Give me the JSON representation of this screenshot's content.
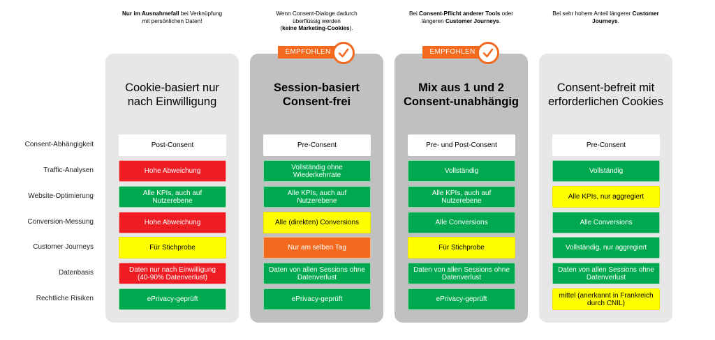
{
  "notes": [
    {
      "parts": [
        {
          "t": "Nur im Ausnahmefall",
          "b": true
        },
        {
          "t": " bei Verknüpfung",
          "b": false
        },
        {
          "br": true
        },
        {
          "t": "mit persönlichen Daten!",
          "b": false
        }
      ]
    },
    {
      "parts": [
        {
          "t": "Wenn Consent-Dialoge dadurch",
          "b": false
        },
        {
          "br": true
        },
        {
          "t": "überflüssig werden",
          "b": false
        },
        {
          "br": true
        },
        {
          "t": "(",
          "b": false
        },
        {
          "t": "keine Marketing-Cookies",
          "b": true
        },
        {
          "t": ").",
          "b": false
        }
      ]
    },
    {
      "parts": [
        {
          "t": "Bei ",
          "b": false
        },
        {
          "t": "Consent-Pflicht",
          "b": true
        },
        {
          "t": " ",
          "b": false
        },
        {
          "t": "anderer Tools",
          "b": true
        },
        {
          "t": " oder",
          "b": false
        },
        {
          "br": true
        },
        {
          "t": "längeren ",
          "b": false
        },
        {
          "t": "Customer Journeys",
          "b": true
        },
        {
          "t": ".",
          "b": false
        }
      ]
    },
    {
      "parts": [
        {
          "t": "Bei sehr hohem Anteil längerer ",
          "b": false
        },
        {
          "t": "Customer",
          "b": true
        },
        {
          "br": true
        },
        {
          "t": "Journeys",
          "b": true
        },
        {
          "t": ".",
          "b": false
        }
      ]
    }
  ],
  "badge_label": "EMPFOHLEN",
  "row_labels": [
    "Consent-Abhängigkeit",
    "Traffic-Analysen",
    "Website-Optimierung",
    "Conversion-Messung",
    "Customer Journeys",
    "Datenbasis",
    "Rechtliche Risiken"
  ],
  "columns": [
    {
      "title_line1": "Cookie-basiert nur",
      "title_line2": "nach Einwilligung",
      "bold": false,
      "recommended": false,
      "cells": [
        {
          "text": "Post-Consent",
          "color": "white"
        },
        {
          "text": "Hohe Abweichung",
          "color": "red"
        },
        {
          "text": "Alle KPIs, auch auf Nutzerebene",
          "color": "green"
        },
        {
          "text": "Hohe Abweichung",
          "color": "red"
        },
        {
          "text": "Für Stichprobe",
          "color": "yellow"
        },
        {
          "text": "Daten nur nach Einwilligung (40-90% Datenverlust)",
          "color": "red"
        },
        {
          "text": "ePrivacy-geprüft",
          "color": "green"
        }
      ]
    },
    {
      "title_line1": "Session-basiert",
      "title_line2": "Consent-frei",
      "bold": true,
      "recommended": true,
      "cells": [
        {
          "text": "Pre-Consent",
          "color": "white"
        },
        {
          "text": "Vollständig ohne Wiederkehrrate",
          "color": "green"
        },
        {
          "text": "Alle KPIs, auch auf Nutzerebene",
          "color": "green"
        },
        {
          "text": "Alle (direkten) Conversions",
          "color": "yellow"
        },
        {
          "text": "Nur am selben Tag",
          "color": "orange"
        },
        {
          "text": "Daten von allen Sessions ohne Datenverlust",
          "color": "green"
        },
        {
          "text": "ePrivacy-geprüft",
          "color": "green"
        }
      ]
    },
    {
      "title_line1": "Mix aus 1 und 2",
      "title_line2": "Consent-unabhängig",
      "bold": true,
      "recommended": true,
      "cells": [
        {
          "text": "Pre- und Post-Consent",
          "color": "white"
        },
        {
          "text": "Vollständig",
          "color": "green"
        },
        {
          "text": "Alle KPIs, auch auf Nutzerebene",
          "color": "green"
        },
        {
          "text": "Alle Conversions",
          "color": "green"
        },
        {
          "text": "Für Stichprobe",
          "color": "yellow"
        },
        {
          "text": "Daten von allen Sessions ohne Datenverlust",
          "color": "green"
        },
        {
          "text": "ePrivacy-geprüft",
          "color": "green"
        }
      ]
    },
    {
      "title_line1": "Consent-befreit mit",
      "title_line2": "erforderlichen Cookies",
      "bold": false,
      "recommended": false,
      "cells": [
        {
          "text": "Pre-Consent",
          "color": "white"
        },
        {
          "text": "Vollständig",
          "color": "green"
        },
        {
          "text": "Alle KPIs, nur aggregiert",
          "color": "yellow"
        },
        {
          "text": "Alle Conversions",
          "color": "green"
        },
        {
          "text": "Vollständig, nur aggregiert",
          "color": "green"
        },
        {
          "text": "Daten von allen Sessions ohne Datenverlust",
          "color": "green"
        },
        {
          "text": "mittel (anerkannt in Frankreich durch CNIL)",
          "color": "yellow"
        }
      ]
    }
  ],
  "colors": {
    "accent": "#f36a1f",
    "green": "#00a94f",
    "red": "#ee1c23",
    "yellow": "#ffff00",
    "column_light": "#e7e7e7",
    "column_dark": "#c0c0c0"
  }
}
